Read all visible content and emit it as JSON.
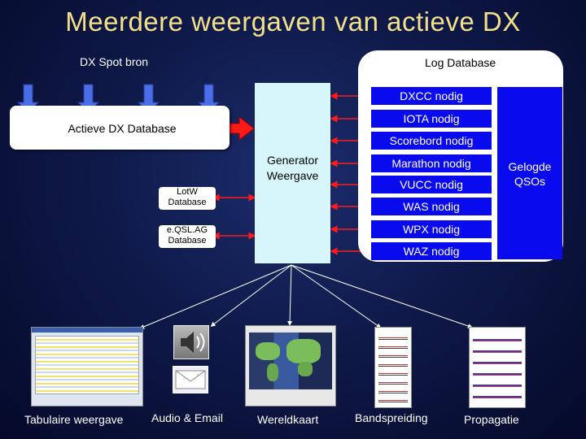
{
  "title": "Meerdere weergaven van actieve DX",
  "source_label": "DX Spot bron",
  "log_db_label": "Log Database",
  "active_db_label": "Actieve DX Database",
  "generator_line1": "Generator",
  "generator_line2": "Weergave",
  "lotw_line1": "LotW",
  "lotw_line2": "Database",
  "eqsl_line1": "e.QSL.AG",
  "eqsl_line2": "Database",
  "needs": [
    "DXCC nodig",
    "IOTA nodig",
    "Scorebord nodig",
    "Marathon nodig",
    "VUCC nodig",
    "WAS nodig",
    "WPX nodig",
    "WAZ nodig"
  ],
  "logged_line1": "Gelogde",
  "logged_line2": "QSOs",
  "views": [
    "Tabulaire weergave",
    "Audio & Email",
    "Wereldkaart",
    "Bandspreiding",
    "Propagatie"
  ],
  "colors": {
    "title": "#f3e08a",
    "arrow_blue": "#4a6ee8",
    "arrow_red": "#ff1a1a",
    "panel_blue": "#0a0aee",
    "generator": "#d6f6fb"
  }
}
